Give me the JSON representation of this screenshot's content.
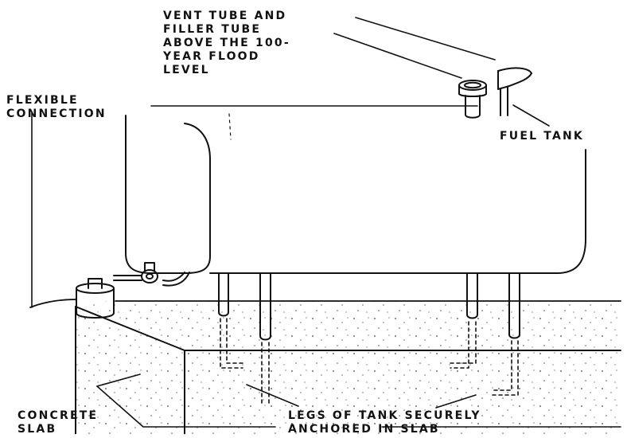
{
  "labels": {
    "vent_filler": [
      "VENT TUBE AND",
      "FILLER TUBE",
      "ABOVE THE 100-",
      "YEAR FLOOD",
      "LEVEL"
    ],
    "flexible_connection": [
      "FLEXIBLE",
      "CONNECTION"
    ],
    "fuel_tank": [
      "FUEL TANK"
    ],
    "concrete_slab": [
      "CONCRETE",
      "SLAB"
    ],
    "legs_anchored": [
      "LEGS OF TANK SECURELY",
      "ANCHORED IN SLAB"
    ]
  }
}
